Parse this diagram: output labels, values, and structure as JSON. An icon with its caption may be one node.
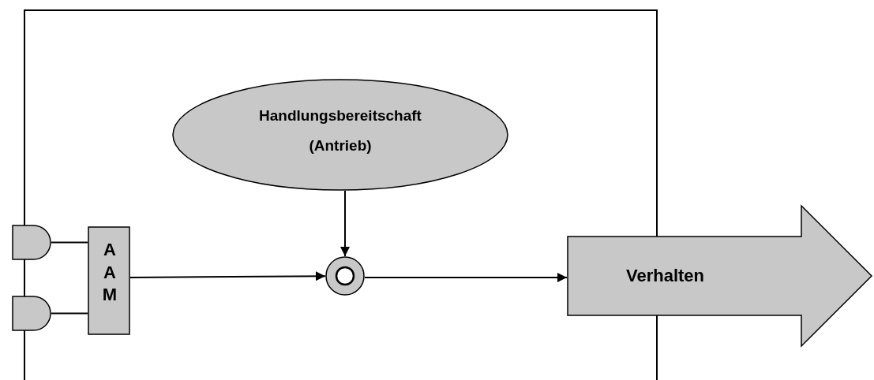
{
  "diagram": {
    "nodes": [
      {
        "text": [],
        "shape": "box"
      },
      {
        "text": [
          "Handlungsbereitschaft (Antrieb)"
        ],
        "in": 0
      },
      {
        "text": [],
        "shape": "semicircle"
      },
      {
        "text": [],
        "shape": "semicircle"
      },
      {
        "text": [
          "AAM"
        ],
        "in": 0
      },
      {
        "text": [],
        "shape": "circle",
        "in": 0
      },
      {
        "text": [
          "Verhalten"
        ]
      }
    ],
    "edges": [
      {
        "from": 2,
        "to": 4,
        "arrow": "none"
      },
      {
        "from": 3,
        "to": 4,
        "arrow": "none"
      },
      {
        "from": 4,
        "to": 5,
        "arrow": "to"
      },
      {
        "from": 1,
        "to": 5,
        "arrow": "to"
      },
      {
        "from": 5,
        "to": 6,
        "arrow": "to"
      }
    ]
  }
}
